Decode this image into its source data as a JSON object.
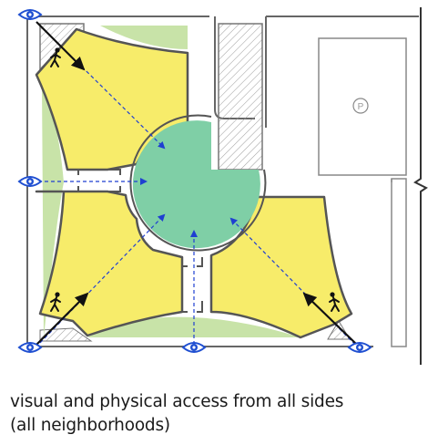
{
  "caption": {
    "line1": "visual and physical access from all sides",
    "line2": "(all neighborhoods)"
  },
  "parking": {
    "label": "P"
  },
  "colors": {
    "plaza_yellow": "#f7ec6a",
    "park_green": "#7fcfa6",
    "lawn_green": "#c8e3a8",
    "outline": "#555555",
    "eye_blue": "#1f4fd1",
    "arrow_blue": "#1f3fd1",
    "arrow_black": "#111111"
  },
  "icons": [
    "eye-icon",
    "pedestrian-icon",
    "parking-icon"
  ]
}
